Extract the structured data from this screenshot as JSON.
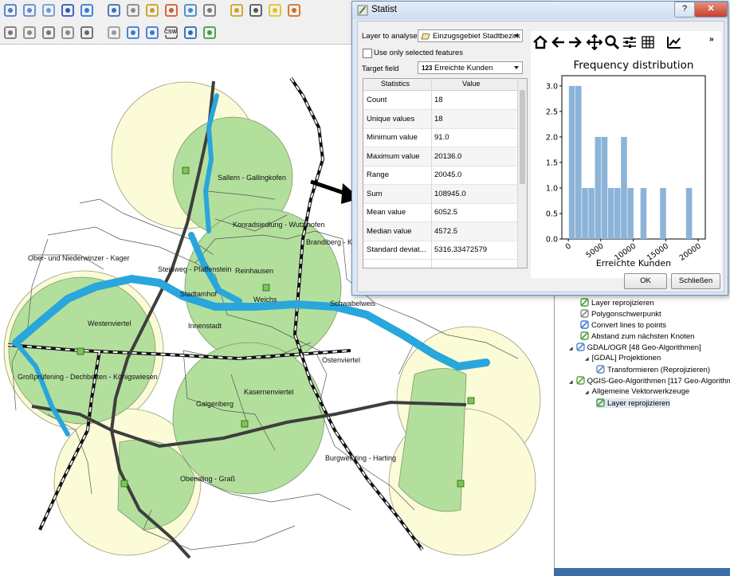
{
  "toolbar": {
    "row1_icons": [
      "new-project-icon",
      "zoom-to-layer-icon",
      "zoom-to-selection-icon",
      "save-icon",
      "refresh-icon",
      "identify-icon",
      "select-icon",
      "expression-icon",
      "deselect-icon",
      "attribute-table-icon",
      "field-calculator-icon",
      "statistics-sum-icon",
      "measure-icon",
      "map-tips-icon",
      "bookmark-icon"
    ],
    "row2_icons": [
      "label-icon",
      "label-pin-icon",
      "label-move-icon",
      "label-rotate-icon",
      "label-change-icon",
      "label-show-icon",
      "plugin-globe-icon",
      "plugin-globe2-icon",
      "csw-icon",
      "python-icon",
      "processing-icon"
    ],
    "csw_label": "CSW"
  },
  "map": {
    "labels": {
      "sallern": "Sallern - Gallingkofen",
      "konradsiedlung": "Konradsiedlung - Wutzlhofen",
      "brandlberg": "Brandlberg - Ke",
      "oberniederwinzer": "Ober- und Niederwinzer - Kager",
      "steinweg": "Steinweg - Pfaffenstein",
      "reinhausen": "Reinhausen",
      "stadtamhof": "Stadtamhof",
      "weichs": "Weichs",
      "schwabelweis": "Schwabelweis",
      "westenviertel": "Westenviertel",
      "innenstadt": "Innenstadt",
      "ostenviertel": "Ostenviertel",
      "grosspruefening": "Großprüfening - Dechbetten - Königswiesen",
      "kasernenviertel": "Kasernenviertel",
      "galgenberg": "Galgenberg",
      "burgweinting": "Burgweinting - Harting",
      "oberisling": "Oberisling - Graß"
    },
    "colors": {
      "buffer": "#fbfbd8",
      "district": "#b3df9c",
      "river": "#29a6dc",
      "road": "#3e3e3e",
      "point": "#78c850"
    }
  },
  "dialog": {
    "title": "Statist",
    "help_label": "?",
    "close_label": "✕",
    "layer_label": "Layer to analyse",
    "layer_value": "Einzugsgebiet Stadtbezirk",
    "only_selected_label": "Use only selected features",
    "target_field_label": "Target field",
    "target_field_type": "123",
    "target_field_value": "Erreichte Kunden",
    "table": {
      "headers": [
        "Statistics",
        "Value"
      ],
      "rows": [
        {
          "name": "Count",
          "value": "18"
        },
        {
          "name": "Unique values",
          "value": "18"
        },
        {
          "name": "Minimum value",
          "value": "91.0"
        },
        {
          "name": "Maximum value",
          "value": "20136.0"
        },
        {
          "name": "Range",
          "value": "20045.0"
        },
        {
          "name": "Sum",
          "value": "108945.0"
        },
        {
          "name": "Mean value",
          "value": "6052.5"
        },
        {
          "name": "Median value",
          "value": "4572.5"
        },
        {
          "name": "Standard deviat...",
          "value": "5316.33472579"
        }
      ]
    },
    "mpl_toolbar_icons": [
      "home-icon",
      "back-arrow-icon",
      "forward-arrow-icon",
      "pan-icon",
      "zoom-icon",
      "configure-subplots-icon",
      "grid-icon",
      "edit-curves-icon"
    ],
    "mpl_more_label": "»",
    "ok_label": "OK",
    "close_button_label": "Schließen"
  },
  "chart_data": {
    "type": "bar",
    "title": "Frequency distribution",
    "xlabel": "Erreichte Kunden",
    "ylabel": "",
    "xticks": [
      0,
      5000,
      10000,
      15000,
      20000
    ],
    "xtick_labels": [
      "0",
      "5000",
      "10000",
      "15000",
      "20000"
    ],
    "yticks": [
      0.0,
      0.5,
      1.0,
      1.5,
      2.0,
      2.5,
      3.0
    ],
    "ytick_labels": [
      "0.0",
      "0.5",
      "1.0",
      "1.5",
      "2.0",
      "2.5",
      "3.0"
    ],
    "xlim": [
      -1000,
      21100
    ],
    "ylim": [
      0,
      3.2
    ],
    "bin_edges": [
      91,
      1093,
      2095,
      3098,
      4100,
      5102,
      6105,
      7107,
      8109,
      9111,
      10114,
      11116,
      12118,
      13120,
      14123,
      15125,
      16127,
      17129,
      18132,
      19134,
      20136
    ],
    "values": [
      3,
      3,
      1,
      1,
      2,
      2,
      1,
      1,
      2,
      1,
      0,
      1,
      0,
      0,
      1,
      0,
      0,
      0,
      1,
      0
    ],
    "bar_color": "#8cb4d8"
  },
  "processing_tree": {
    "items": [
      {
        "text": "Layer reprojizieren",
        "icon": "reproject-icon",
        "level": 3,
        "selected": false
      },
      {
        "text": "Polygonschwerpunkt",
        "icon": "centroid-icon",
        "level": 3,
        "selected": false
      },
      {
        "text": "Convert lines to points",
        "icon": "convert-lines-icon",
        "level": 3,
        "selected": false
      },
      {
        "text": "Abstand zum nächsten Knoten",
        "icon": "distance-icon",
        "level": 3,
        "selected": false
      },
      {
        "text": "GDAL/OGR [48 Geo-Algorithmen]",
        "icon": "gdal-icon",
        "level": 1,
        "selected": false
      },
      {
        "text": "[GDAL] Projektionen",
        "icon": "",
        "level": 2,
        "selected": false
      },
      {
        "text": "Transformieren (Reprojizieren)",
        "icon": "transform-icon",
        "level": 3,
        "selected": false
      },
      {
        "text": "QGIS-Geo-Algorithmen [117 Geo-Algorithmen]",
        "icon": "qgis-icon",
        "level": 1,
        "selected": false
      },
      {
        "text": "Allgemeine Vektorwerkzeuge",
        "icon": "",
        "level": 2,
        "selected": false
      },
      {
        "text": "Layer reprojizieren",
        "icon": "reproject-icon",
        "level": 3,
        "selected": true
      }
    ]
  }
}
